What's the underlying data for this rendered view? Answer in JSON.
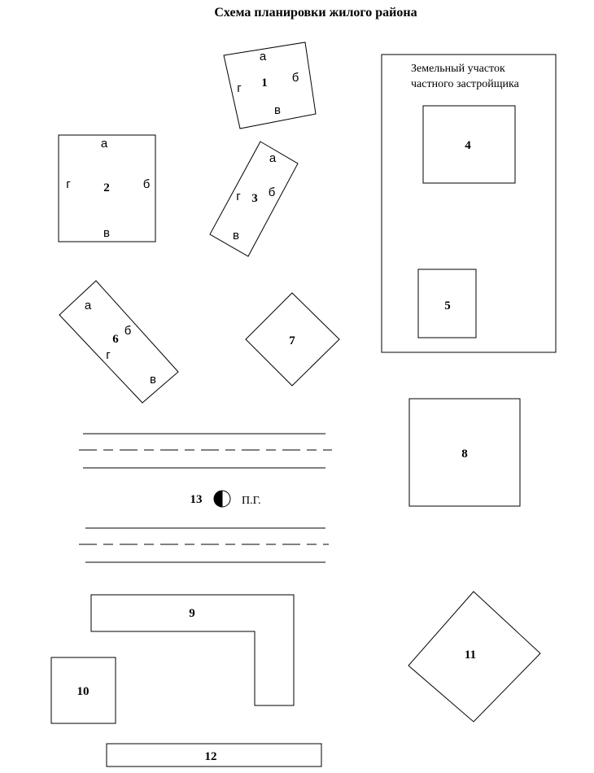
{
  "title": "Схема планировки жилого района",
  "side_labels": {
    "a": "а",
    "b": "б",
    "v": "в",
    "g": "г"
  },
  "buildings": {
    "b1": "1",
    "b2": "2",
    "b3": "3",
    "b4": "4",
    "b5": "5",
    "b6": "6",
    "b7": "7",
    "b8": "8",
    "b9": "9",
    "b10": "10",
    "b11": "11",
    "b12": "12"
  },
  "private_plot": {
    "line1": "Земельный участок",
    "line2": "частного застройщика"
  },
  "hydrant": {
    "number": "13",
    "label": "П.Г."
  }
}
